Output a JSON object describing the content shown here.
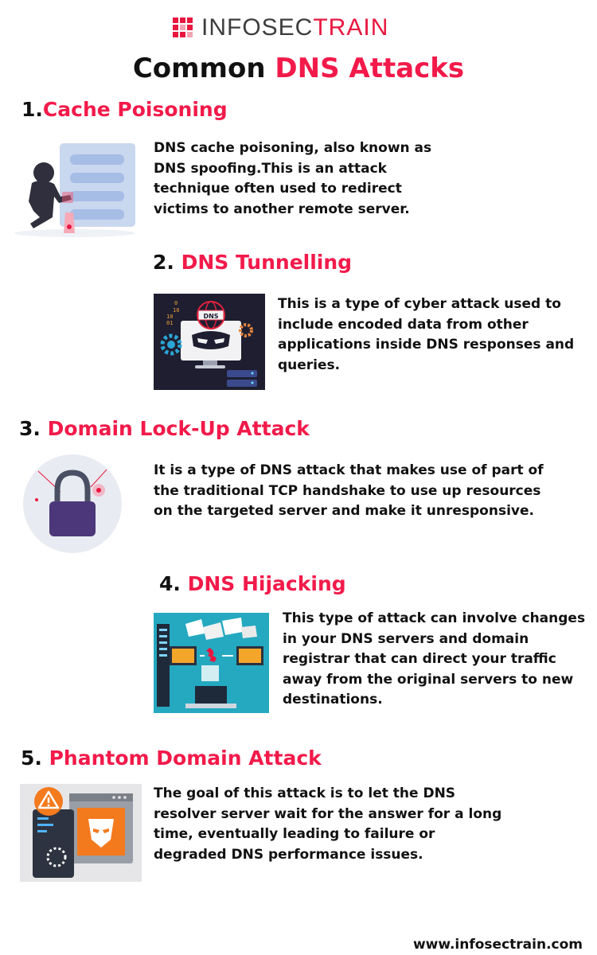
{
  "brand": {
    "part1": "INFOSEC",
    "part2": "TRAIN"
  },
  "title": {
    "part1": "Common ",
    "part2": "DNS Attacks"
  },
  "attacks": [
    {
      "number": "1.",
      "name": "Cache Poisoning",
      "description": "DNS cache poisoning, also known as DNS spoofing.This is an attack technique often used to redirect victims to another remote server.",
      "illustration_icon": "hacker-server-icon"
    },
    {
      "number": "2. ",
      "name": "DNS Tunnelling",
      "description": "This is a type of cyber attack used to include encoded data from other applications inside DNS responses and queries.",
      "illustration_icon": "dns-monitor-icon",
      "illustration_label": "DNS"
    },
    {
      "number": "3. ",
      "name": "Domain Lock-Up Attack",
      "description": "It is a type of DNS attack that makes use of part of the traditional TCP handshake to use up resources on the targeted server and make it unresponsive.",
      "illustration_icon": "padlock-icon"
    },
    {
      "number": "4. ",
      "name": "DNS Hijacking",
      "description": "This type of attack can involve changes in your DNS servers and domain registrar that can direct your traffic away from the original servers to new destinations.",
      "illustration_icon": "network-hijack-icon"
    },
    {
      "number": "5. ",
      "name": "Phantom Domain Attack",
      "description": "The goal of this attack is to let the DNS resolver server wait for the answer for a long time, eventually leading to failure or degraded DNS performance issues.",
      "illustration_icon": "warning-server-icon"
    }
  ],
  "footer": {
    "website": "www.infosectrain.com"
  },
  "colors": {
    "accent": "#f21a4a",
    "text": "#111111",
    "logo_gray": "#3d3d3d",
    "logo_red": "#e8173f"
  }
}
